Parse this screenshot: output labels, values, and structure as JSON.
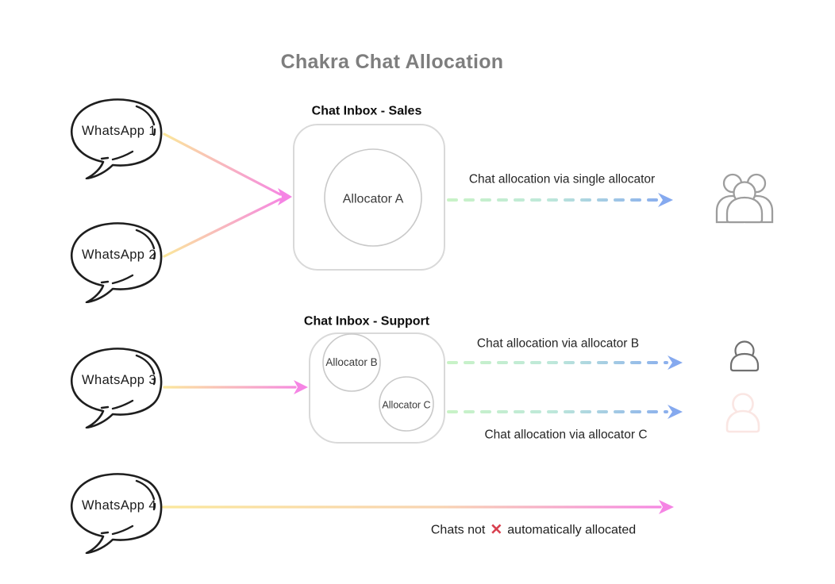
{
  "title": "Chakra Chat Allocation",
  "sources": [
    {
      "label": "WhatsApp 1"
    },
    {
      "label": "WhatsApp 2"
    },
    {
      "label": "WhatsApp 3"
    },
    {
      "label": "WhatsApp 4"
    }
  ],
  "inboxes": [
    {
      "title": "Chat Inbox - Sales",
      "allocators": [
        {
          "name": "Allocator A"
        }
      ]
    },
    {
      "title": "Chat Inbox - Support",
      "allocators": [
        {
          "name": "Allocator B"
        },
        {
          "name": "Allocator C"
        }
      ]
    }
  ],
  "flow_labels": {
    "single": "Chat allocation via single allocator",
    "allocator_b": "Chat allocation via allocator B",
    "allocator_c": "Chat allocation via allocator C",
    "unallocated_prefix": "Chats not",
    "unallocated_mark": "✕",
    "unallocated_suffix": "automatically allocated"
  },
  "icons": {
    "sources": "speech-bubble-icon",
    "sales_recipients": "users-group-icon",
    "support_recipient_b": "user-icon",
    "support_recipient_c": "user-faded-icon",
    "unallocated": "x-mark-icon"
  },
  "colors": {
    "title_gray": "#7E7E7E",
    "arrow_yellow": "#FBE79B",
    "arrow_pink": "#F584E4",
    "dash_green": "#C9F3C6",
    "dash_teal": "#BEE8DA",
    "dash_blue": "#85A9EF",
    "box_border": "#D9D9D9",
    "circle_border": "#C9C9C9",
    "bubble_stroke": "#1E1E1E",
    "group_icon_gray": "#9D9D9D",
    "user_icon_gray": "#707070",
    "user_icon_faded": "#FAE6E3",
    "x_red": "#D8404F"
  }
}
